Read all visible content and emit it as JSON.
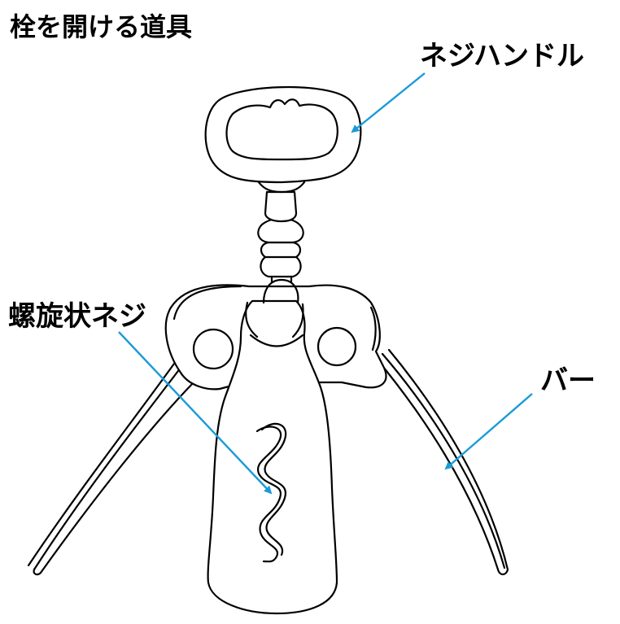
{
  "title": "栓を開ける道具",
  "labels": {
    "screw_handle": "ネジハンドル",
    "spiral_screw": "螺旋状ネジ",
    "bar": "バー"
  },
  "colors": {
    "line": "#000000",
    "leader": "#1a9bd7",
    "background": "#ffffff"
  }
}
